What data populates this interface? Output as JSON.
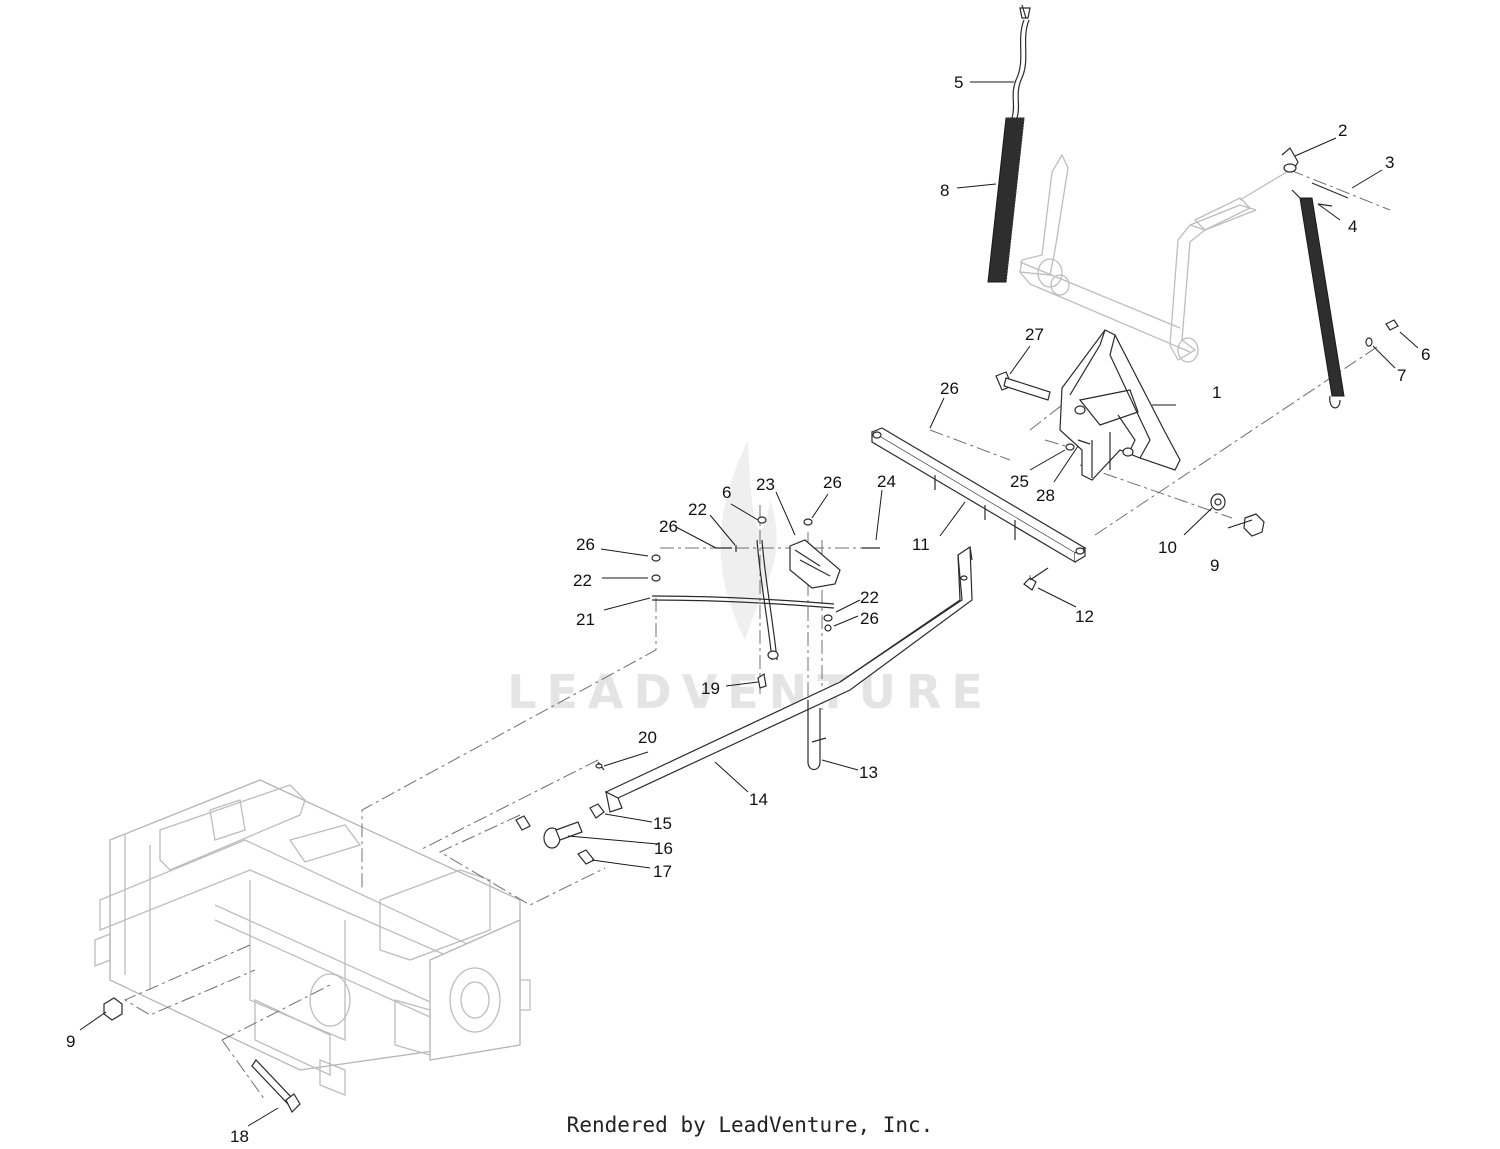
{
  "watermark": "LEADVENTURE",
  "footer": "Rendered by LeadVenture, Inc.",
  "callouts": [
    {
      "id": "c1",
      "label": "1"
    },
    {
      "id": "c2",
      "label": "2"
    },
    {
      "id": "c3",
      "label": "3"
    },
    {
      "id": "c4",
      "label": "4"
    },
    {
      "id": "c5",
      "label": "5"
    },
    {
      "id": "c6a",
      "label": "6"
    },
    {
      "id": "c6b",
      "label": "6"
    },
    {
      "id": "c7",
      "label": "7"
    },
    {
      "id": "c8",
      "label": "8"
    },
    {
      "id": "c9a",
      "label": "9"
    },
    {
      "id": "c9b",
      "label": "9"
    },
    {
      "id": "c10",
      "label": "10"
    },
    {
      "id": "c11",
      "label": "11"
    },
    {
      "id": "c12",
      "label": "12"
    },
    {
      "id": "c13",
      "label": "13"
    },
    {
      "id": "c14",
      "label": "14"
    },
    {
      "id": "c15",
      "label": "15"
    },
    {
      "id": "c16",
      "label": "16"
    },
    {
      "id": "c17",
      "label": "17"
    },
    {
      "id": "c18",
      "label": "18"
    },
    {
      "id": "c19",
      "label": "19"
    },
    {
      "id": "c20",
      "label": "20"
    },
    {
      "id": "c21",
      "label": "21"
    },
    {
      "id": "c22a",
      "label": "22"
    },
    {
      "id": "c22b",
      "label": "22"
    },
    {
      "id": "c22c",
      "label": "22"
    },
    {
      "id": "c23",
      "label": "23"
    },
    {
      "id": "c24",
      "label": "24"
    },
    {
      "id": "c25",
      "label": "25"
    },
    {
      "id": "c26a",
      "label": "26"
    },
    {
      "id": "c26b",
      "label": "26"
    },
    {
      "id": "c26c",
      "label": "26"
    },
    {
      "id": "c26d",
      "label": "26"
    },
    {
      "id": "c26e",
      "label": "26"
    },
    {
      "id": "c27",
      "label": "27"
    },
    {
      "id": "c28",
      "label": "28"
    }
  ]
}
